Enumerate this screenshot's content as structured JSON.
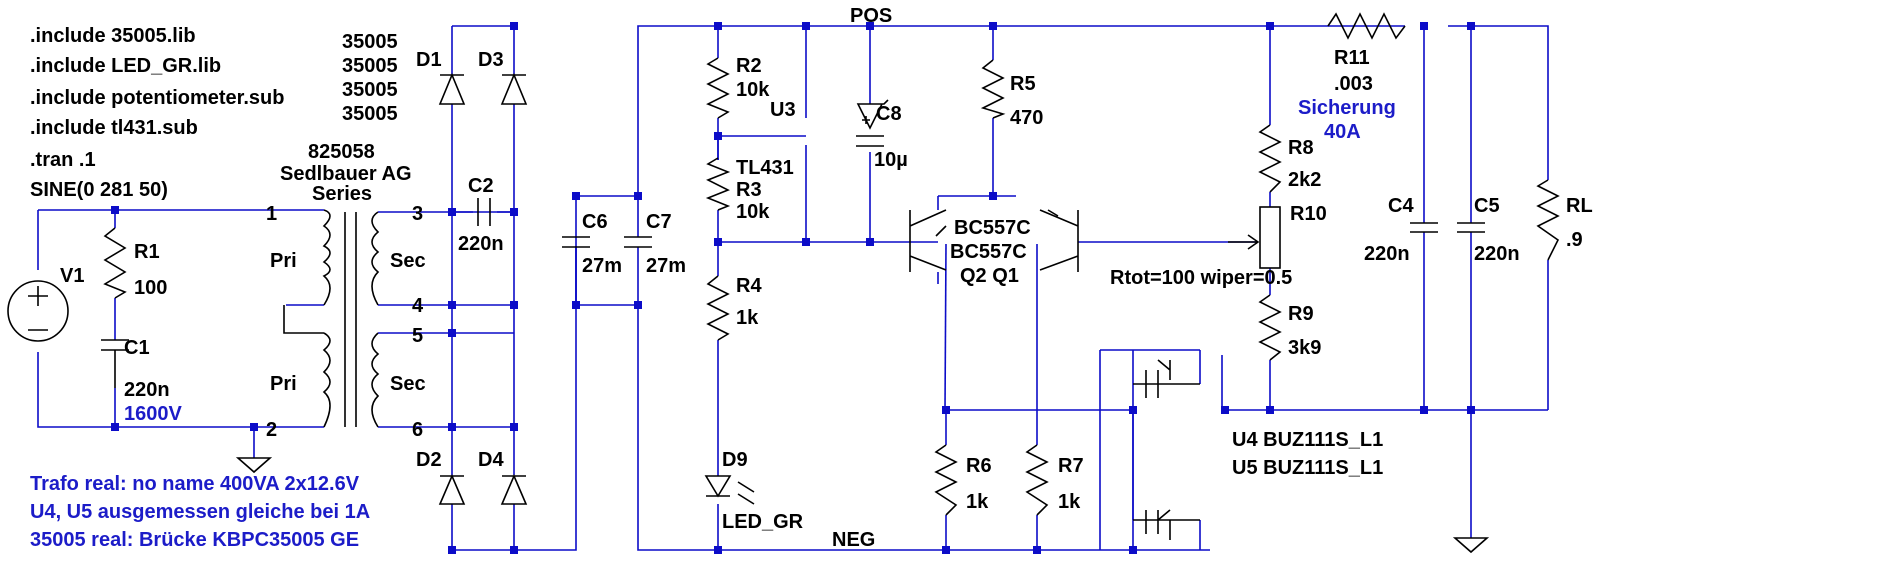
{
  "directives": [
    ".include 35005.lib",
    ".include LED_GR.lib",
    ".include potentiometer.sub",
    ".include tl431.sub",
    ".tran .1",
    "SINE(0 281 50)"
  ],
  "bridge_models": [
    "35005",
    "35005",
    "35005",
    "35005"
  ],
  "transformer": {
    "part": "825058",
    "maker": "Sedlbauer AG",
    "mode": "Series",
    "pri": "Pri",
    "sec": "Sec",
    "pins": [
      "1",
      "2",
      "3",
      "4",
      "5",
      "6"
    ]
  },
  "components": {
    "v1": "V1",
    "r1": {
      "name": "R1",
      "value": "100"
    },
    "c1": {
      "name": "C1",
      "value": "220n",
      "rating": "1600V"
    },
    "d1": "D1",
    "d2": "D2",
    "d3": "D3",
    "d4": "D4",
    "c2": {
      "name": "C2",
      "value": "220n"
    },
    "c6": {
      "name": "C6",
      "value": "27m"
    },
    "c7": {
      "name": "C7",
      "value": "27m"
    },
    "r2": {
      "name": "R2",
      "value": "10k"
    },
    "u3": {
      "name": "U3",
      "value": "TL431"
    },
    "r3": {
      "name": "R3",
      "value": "10k"
    },
    "r4": {
      "name": "R4",
      "value": "1k"
    },
    "d9": {
      "name": "D9",
      "value": "LED_GR"
    },
    "c8": {
      "name": "C8",
      "value": "10µ"
    },
    "r5": {
      "name": "R5",
      "value": "470"
    },
    "q": {
      "model_a": "BC557C",
      "model_b": "BC557C",
      "names": "Q2  Q1"
    },
    "r6": {
      "name": "R6",
      "value": "1k"
    },
    "r7": {
      "name": "R7",
      "value": "1k"
    },
    "r11": {
      "name": "R11",
      "value": ".003",
      "note1": "Sicherung",
      "note2": "40A"
    },
    "r8": {
      "name": "R8",
      "value": "2k2"
    },
    "r10": {
      "name": "R10",
      "param": "Rtot=100 wiper=0.5"
    },
    "r9": {
      "name": "R9",
      "value": "3k9"
    },
    "u4": "U4   BUZ111S_L1",
    "u5": "U5    BUZ111S_L1",
    "c4": {
      "name": "C4",
      "value": "220n"
    },
    "c5": {
      "name": "C5",
      "value": "220n"
    },
    "rl": {
      "name": "RL",
      "value": ".9"
    }
  },
  "nets": {
    "pos": "POS",
    "neg": "NEG"
  },
  "notes": [
    "Trafo real: no name 400VA 2x12.6V",
    "U4, U5 ausgemessen gleiche bei 1A",
    "35005 real: Brücke KBPC35005 GE"
  ],
  "colors": {
    "wire": "#0c0cc8",
    "symbol": "#000000",
    "note": "#1c1cc8",
    "background": "#ffffff"
  }
}
